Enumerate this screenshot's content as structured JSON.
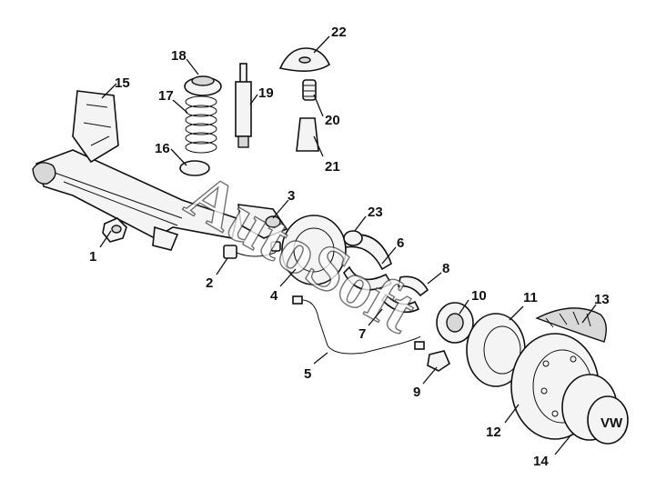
{
  "diagram": {
    "watermark": "AutoSoft",
    "labels": [
      "1",
      "2",
      "3",
      "4",
      "5",
      "6",
      "7",
      "8",
      "9",
      "10",
      "11",
      "12",
      "13",
      "14",
      "15",
      "16",
      "17",
      "18",
      "19",
      "20",
      "21",
      "22",
      "23"
    ],
    "colors": {
      "ink": "#111111",
      "fill": "#f4f4f4",
      "shade": "#d8d8d8",
      "background": "#ffffff"
    }
  }
}
